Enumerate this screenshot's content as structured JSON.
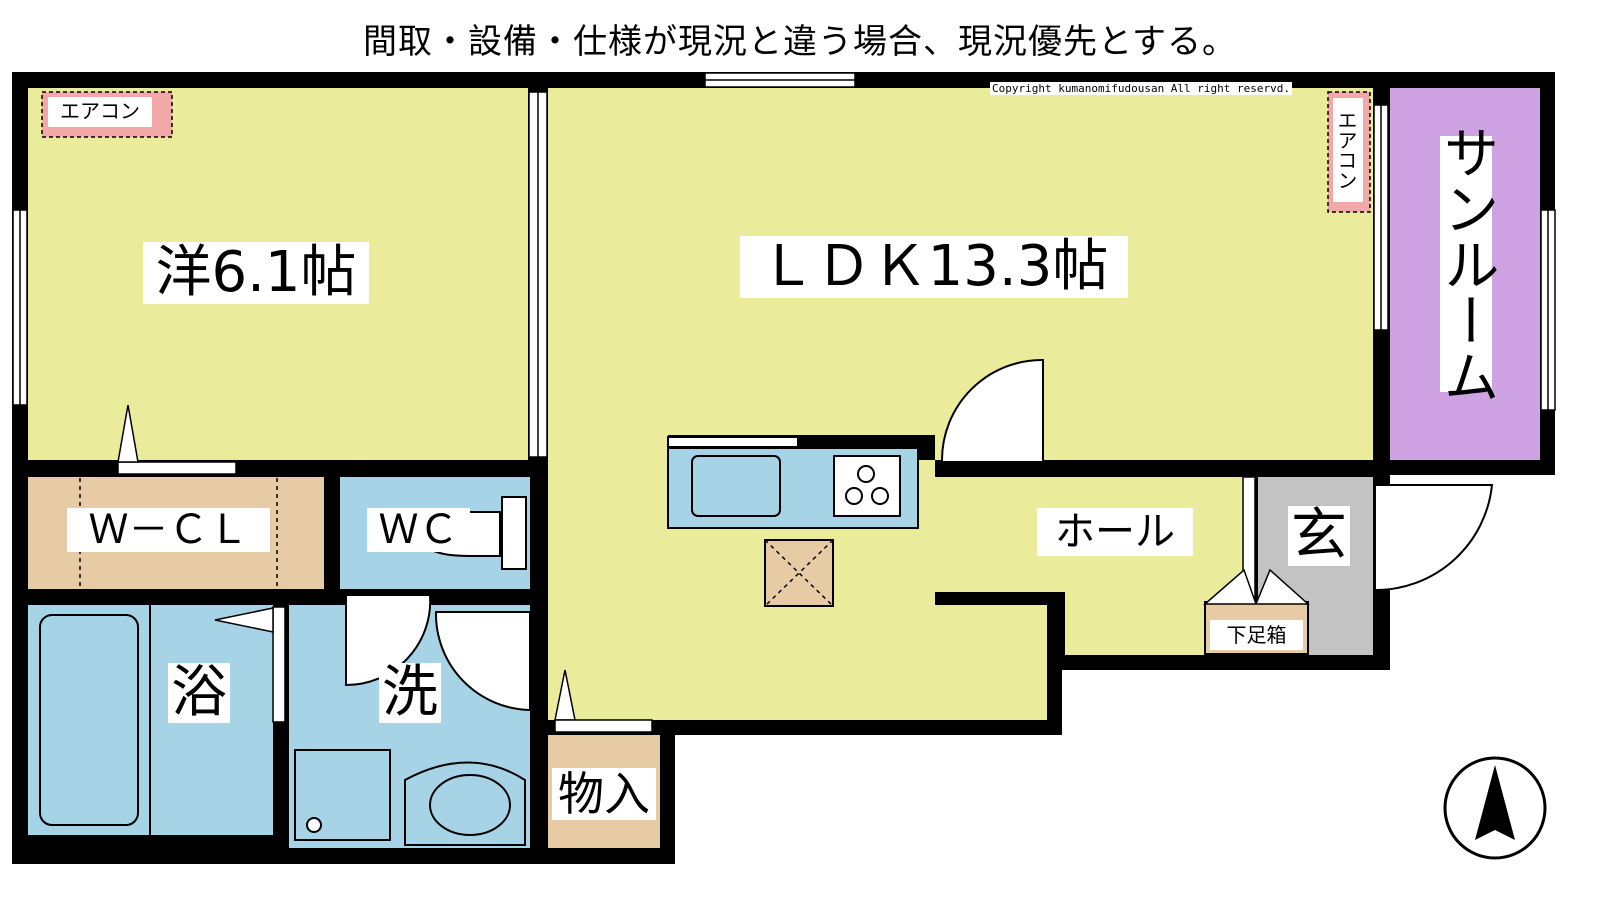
{
  "notice": "間取・設備・仕様が現況と違う場合、現況優先とする。",
  "copyright": "Copyright kumanomifudousan All right reservd.",
  "rooms": {
    "western": "洋6.1帖",
    "ldk": "ＬＤＫ13.3帖",
    "sunroom": "サンルーム",
    "wcl": "Ｗ－ＣＬ",
    "wc": "ＷＣ",
    "hall": "ホール",
    "entrance": "玄",
    "bath": "浴",
    "wash": "洗",
    "storage": "物入",
    "shoe_box": "下足箱"
  },
  "aircon_left": "エアコン",
  "aircon_right": "エアコン",
  "colors": {
    "room_yellow": "#ebeb9c",
    "wet_blue": "#a6d3e5",
    "closet_tan": "#e6cba5",
    "sunroom_purple": "#cfa3e3",
    "entrance_gray": "#c3c3c3",
    "aircon_pink": "#f2a8a8",
    "wall": "#000000"
  }
}
